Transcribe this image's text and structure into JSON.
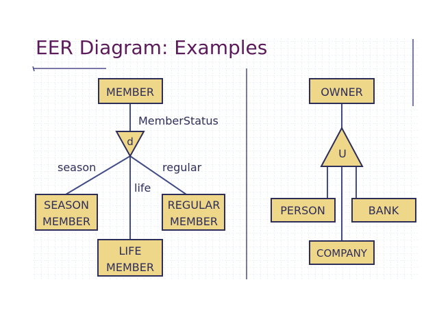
{
  "title": "EER Diagram: Examples",
  "colors": {
    "title": "#5b1a5b",
    "entity_fill": "#efd78a",
    "entity_stroke": "#2d2d5a",
    "line": "#3f4a86",
    "text": "#2d2d5a",
    "grid": "#bcd3dd"
  },
  "left": {
    "superclass": "MEMBER",
    "attribute_label": "MemberStatus",
    "specialization_symbol": "d",
    "edges": {
      "season": "season",
      "life": "life",
      "regular": "regular"
    },
    "subclasses": {
      "season": [
        "SEASON",
        "MEMBER"
      ],
      "life": [
        "LIFE",
        "MEMBER"
      ],
      "regular": [
        "REGULAR",
        "MEMBER"
      ]
    }
  },
  "right": {
    "category": "OWNER",
    "union_symbol": "U",
    "superclasses": {
      "person": "PERSON",
      "company": "COMPANY",
      "bank": "BANK"
    }
  }
}
